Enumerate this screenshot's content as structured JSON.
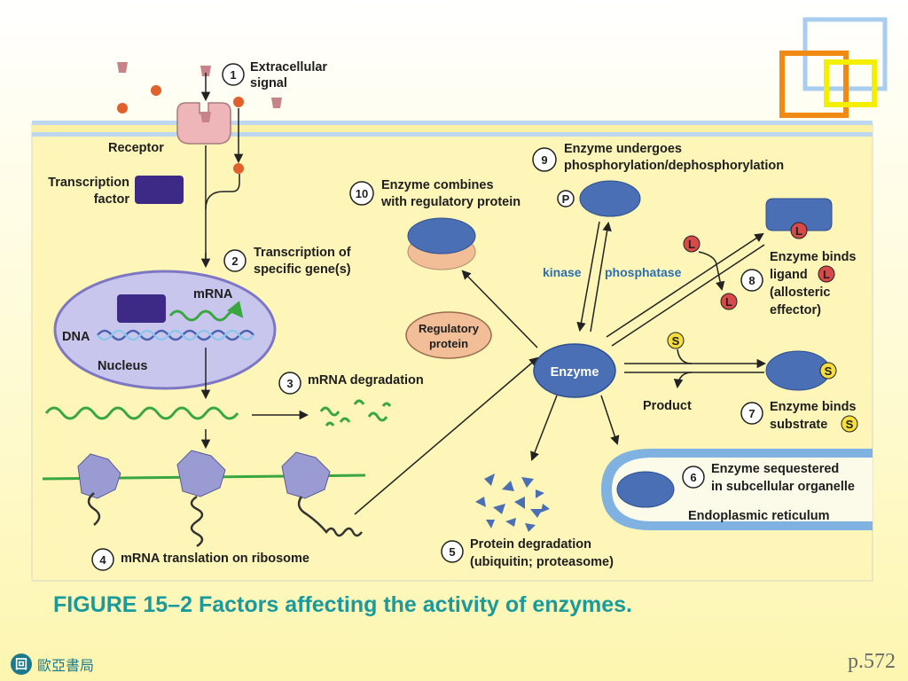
{
  "figure": {
    "extracellular_signal": [
      "Extracellular",
      "signal"
    ],
    "receptor": "Receptor",
    "transcription_factor": [
      "Transcription",
      "factor"
    ],
    "transcription_specific_genes": [
      "Transcription of",
      "specific gene(s)"
    ],
    "mrna": "mRNA",
    "dna": "DNA",
    "nucleus": "Nucleus",
    "mrna_degradation": "mRNA degradation",
    "mrna_translation": "mRNA translation on ribosome",
    "enzyme": "Enzyme",
    "regulatory_protein": [
      "Regulatory",
      "protein"
    ],
    "enzyme_combines": [
      "Enzyme combines",
      "with regulatory protein"
    ],
    "phospho_letter": "P",
    "enzyme_undergoes": [
      "Enzyme undergoes",
      "phosphorylation/dephosphorylation"
    ],
    "kinase": "kinase",
    "phosphatase": "phosphatase",
    "ligand_letter": "L",
    "enzyme_binds_ligand": [
      "Enzyme binds",
      "ligand",
      "(allosteric",
      "effector)"
    ],
    "substrate_letter": "S",
    "product": "Product",
    "enzyme_binds_substrate": [
      "Enzyme binds",
      "substrate"
    ],
    "enzyme_sequestered": [
      "Enzyme sequestered",
      "in subcellular organelle"
    ],
    "endoplasmic_reticulum": "Endoplasmic reticulum",
    "protein_degradation": [
      "Protein degradation",
      "(ubiquitin; proteasome)"
    ],
    "step_numbers": [
      "1",
      "2",
      "3",
      "4",
      "5",
      "6",
      "7",
      "8",
      "9",
      "10"
    ]
  },
  "caption": "FIGURE 15–2 Factors affecting the activity of enzymes.",
  "publisher": {
    "logo_glyph": "回",
    "name": "歐亞書局"
  },
  "page_number": "p.572",
  "colors": {
    "panel": "#fdf6b8",
    "membrane": "#bcd7ee",
    "enzyme_blue": "#4a6fb5",
    "nucleus": "#c9c6ee",
    "mrna_green": "#3aa640",
    "ribosome": "#9b9bd4",
    "receptor_pink": "#efb6b9",
    "signal_orange": "#e0612b",
    "regulatory_tan": "#f1be98",
    "ligand_red": "#d84a4a",
    "substrate_yellow": "#f6df3c",
    "er_blue": "#7fb2e0",
    "caption_teal": "#1a9a9a"
  }
}
